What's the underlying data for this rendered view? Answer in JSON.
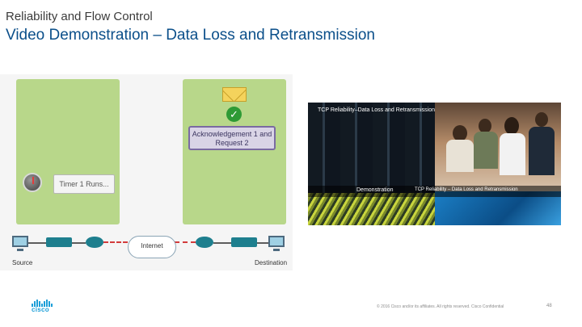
{
  "header": {
    "kicker": "Reliability and Flow Control",
    "title": "Video Demonstration – Data Loss and Retransmission"
  },
  "diagram": {
    "timer_label": "Timer 1 Runs...",
    "ack_line1": "Acknowledgement 1 and",
    "ack_line2": "Request 2",
    "internet_label": "Internet",
    "source_label": "Source",
    "destination_label": "Destination"
  },
  "video": {
    "title": "TCP Reliability–Data Loss and Retransmission",
    "bar_left": "Demonstration",
    "bar_right": "TCP Reliability – Data Loss and Retransmission"
  },
  "footer": {
    "logo_text": "cisco",
    "copyright": "© 2016  Cisco and/or its affiliates. All rights reserved.   Cisco Confidential",
    "page_number": "48"
  },
  "colors": {
    "title": "#0b4f8a",
    "panel": "#b8d78a",
    "accent": "#1d9fd8"
  }
}
